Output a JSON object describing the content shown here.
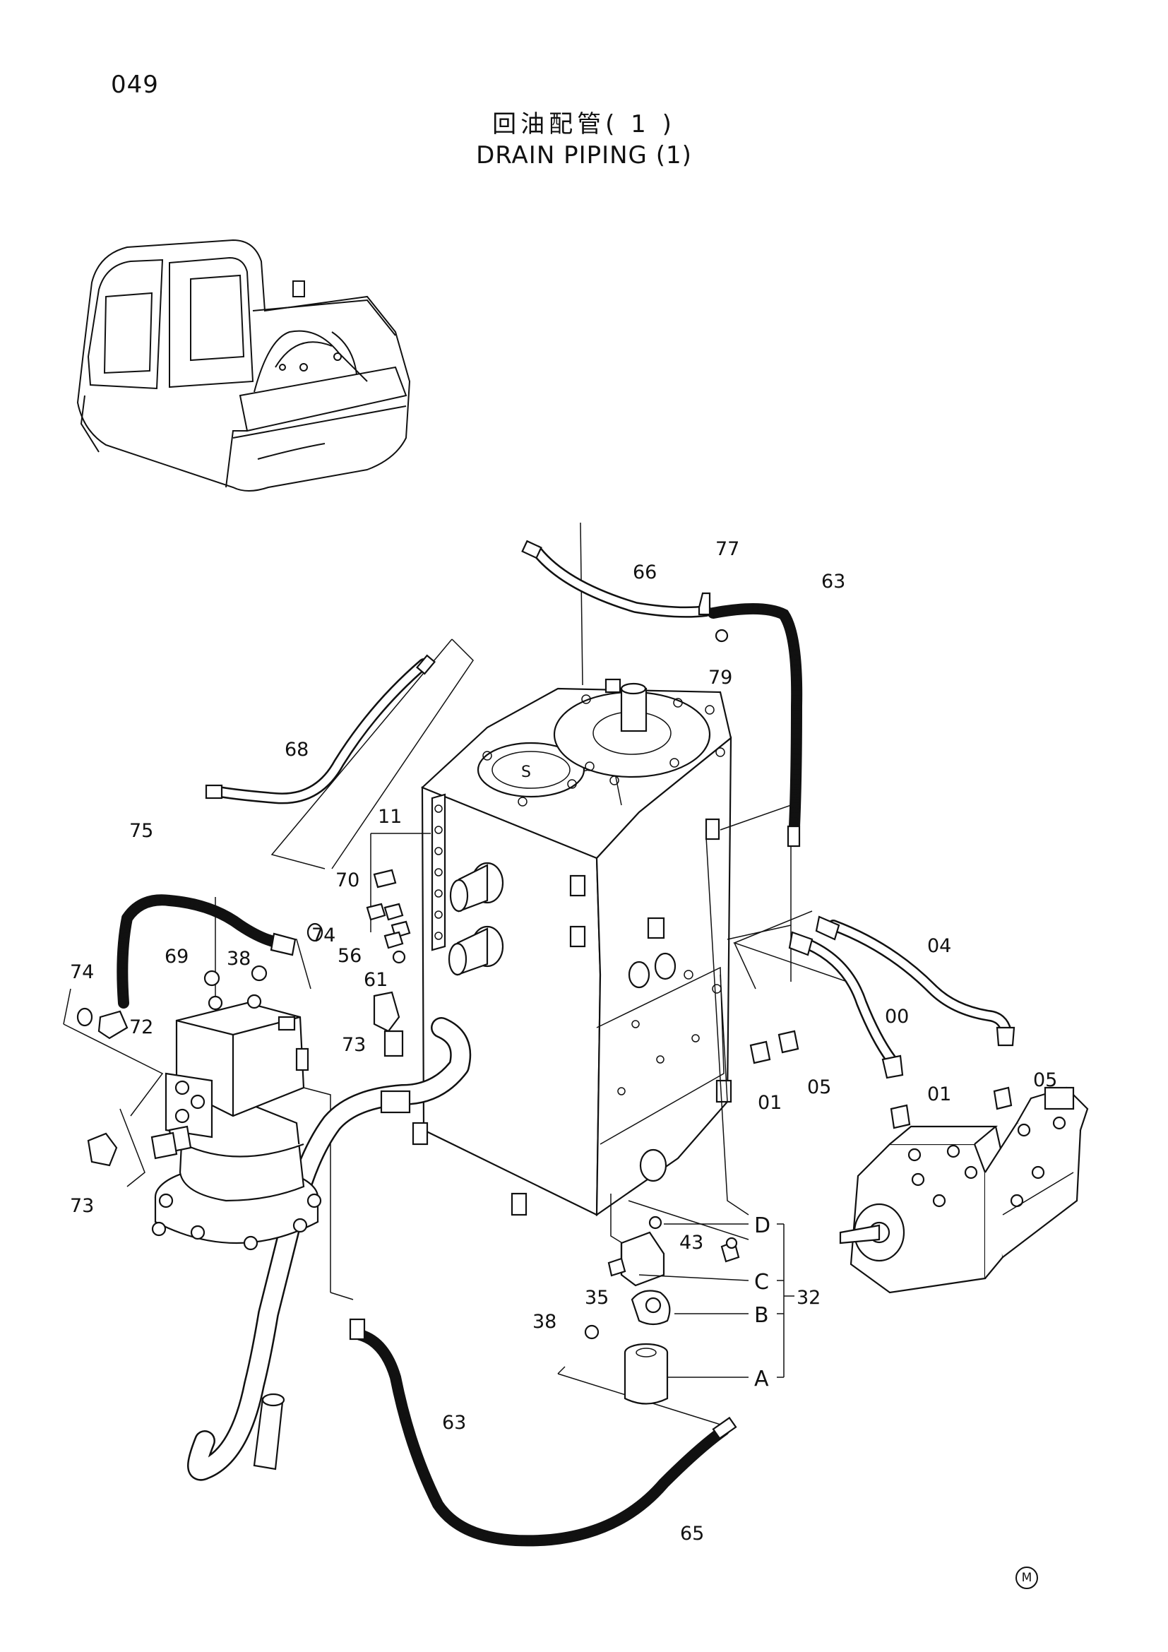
{
  "page_number": "049",
  "title_cn": "回油配管( 1 )",
  "title_en": "DRAIN PIPING (1)",
  "symbol_mark": "M",
  "callouts": {
    "c66": "66",
    "c77": "77",
    "c63a": "63",
    "c79": "79",
    "c68": "68",
    "c11": "11",
    "c70": "70",
    "c75": "75",
    "c74a": "74",
    "c56": "56",
    "c61": "61",
    "c69": "69",
    "c38a": "38",
    "c74b": "74",
    "c72": "72",
    "c73a": "73",
    "c73b": "73",
    "c04": "04",
    "c00": "00",
    "c01a": "01",
    "c05a": "05",
    "c01b": "01",
    "c05b": "05",
    "c43": "43",
    "c35": "35",
    "c38b": "38",
    "c32": "32",
    "c63b": "63",
    "c65": "65",
    "cD": "D",
    "cC": "C",
    "cB": "B",
    "cA": "A"
  },
  "icons": [
    "excavator-overview-icon",
    "hydraulic-tank-icon",
    "swing-motor-icon",
    "pump-assembly-icon",
    "filter-assembly-icon"
  ]
}
